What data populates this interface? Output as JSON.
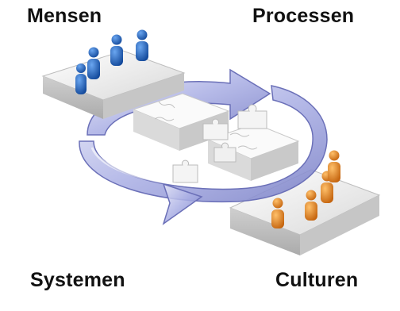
{
  "labels": {
    "top_left": "Mensen",
    "top_right": "Processen",
    "bottom_left": "Systemen",
    "bottom_right": "Culturen"
  },
  "colors": {
    "people_blue": "#1f5fb4",
    "people_orange": "#e07a14",
    "arrow": "#8a8fd0",
    "platform": "#f2f2f2"
  },
  "icons": [
    "person-icon",
    "puzzle-piece-icon",
    "cycle-arrow-icon"
  ]
}
